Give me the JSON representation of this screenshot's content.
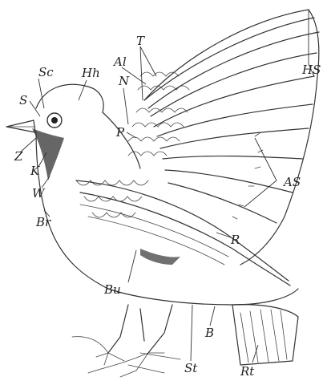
{
  "figure": {
    "labels": {
      "T": "T",
      "Al": "Al",
      "Sc": "Sc",
      "Hh": "Hh",
      "N": "N",
      "S": "S",
      "HS": "HS",
      "P": "P",
      "Z": "Z",
      "K": "K",
      "W": "W",
      "AS": "AS",
      "Br": "Br",
      "R": "R",
      "Bu": "Bu",
      "B": "B",
      "St": "St",
      "Rt": "Rt"
    }
  }
}
